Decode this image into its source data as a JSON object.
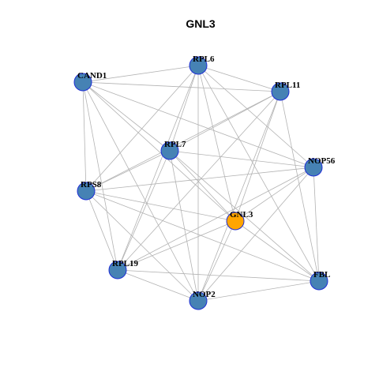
{
  "title": "GNL3",
  "colors": {
    "node_default": "#4682b4",
    "node_highlight": "#ffa500",
    "node_border": "#1f2fd6",
    "edge": "#b3b3b3"
  },
  "nodes": [
    {
      "id": "RPL6",
      "label": "RPL6",
      "highlight": false
    },
    {
      "id": "CAND1",
      "label": "CAND1",
      "highlight": false
    },
    {
      "id": "RPL11",
      "label": "RPL11",
      "highlight": false
    },
    {
      "id": "RPL7",
      "label": "RPL7",
      "highlight": false
    },
    {
      "id": "NOP56",
      "label": "NOP56",
      "highlight": false
    },
    {
      "id": "RPS8",
      "label": "RPS8",
      "highlight": false
    },
    {
      "id": "GNL3",
      "label": "GNL3",
      "highlight": true
    },
    {
      "id": "RPL19",
      "label": "RPL19",
      "highlight": false
    },
    {
      "id": "FBL",
      "label": "FBL",
      "highlight": false
    },
    {
      "id": "NOP2",
      "label": "NOP2",
      "highlight": false
    }
  ],
  "edges": [
    [
      "CAND1",
      "RPL6"
    ],
    [
      "CAND1",
      "RPL11"
    ],
    [
      "CAND1",
      "RPL7"
    ],
    [
      "CAND1",
      "NOP56"
    ],
    [
      "CAND1",
      "RPS8"
    ],
    [
      "CAND1",
      "GNL3"
    ],
    [
      "CAND1",
      "RPL19"
    ],
    [
      "CAND1",
      "NOP2"
    ],
    [
      "RPL6",
      "RPL11"
    ],
    [
      "RPL6",
      "RPL7"
    ],
    [
      "RPL6",
      "NOP56"
    ],
    [
      "RPL6",
      "RPS8"
    ],
    [
      "RPL6",
      "GNL3"
    ],
    [
      "RPL6",
      "RPL19"
    ],
    [
      "RPL6",
      "FBL"
    ],
    [
      "RPL6",
      "NOP2"
    ],
    [
      "RPL11",
      "RPL7"
    ],
    [
      "RPL11",
      "GNL3"
    ],
    [
      "RPL11",
      "RPS8"
    ],
    [
      "RPL11",
      "RPL19"
    ],
    [
      "RPL11",
      "FBL"
    ],
    [
      "RPL11",
      "NOP2"
    ],
    [
      "RPL7",
      "NOP56"
    ],
    [
      "RPL7",
      "RPS8"
    ],
    [
      "RPL7",
      "GNL3"
    ],
    [
      "RPL7",
      "RPL19"
    ],
    [
      "RPL7",
      "FBL"
    ],
    [
      "RPL7",
      "NOP2"
    ],
    [
      "NOP56",
      "RPS8"
    ],
    [
      "NOP56",
      "GNL3"
    ],
    [
      "NOP56",
      "RPL19"
    ],
    [
      "NOP56",
      "FBL"
    ],
    [
      "NOP56",
      "NOP2"
    ],
    [
      "RPS8",
      "GNL3"
    ],
    [
      "RPS8",
      "RPL19"
    ],
    [
      "RPS8",
      "FBL"
    ],
    [
      "RPS8",
      "NOP2"
    ],
    [
      "GNL3",
      "RPL19"
    ],
    [
      "GNL3",
      "FBL"
    ],
    [
      "GNL3",
      "NOP2"
    ],
    [
      "RPL19",
      "FBL"
    ],
    [
      "RPL19",
      "NOP2"
    ],
    [
      "FBL",
      "NOP2"
    ]
  ]
}
